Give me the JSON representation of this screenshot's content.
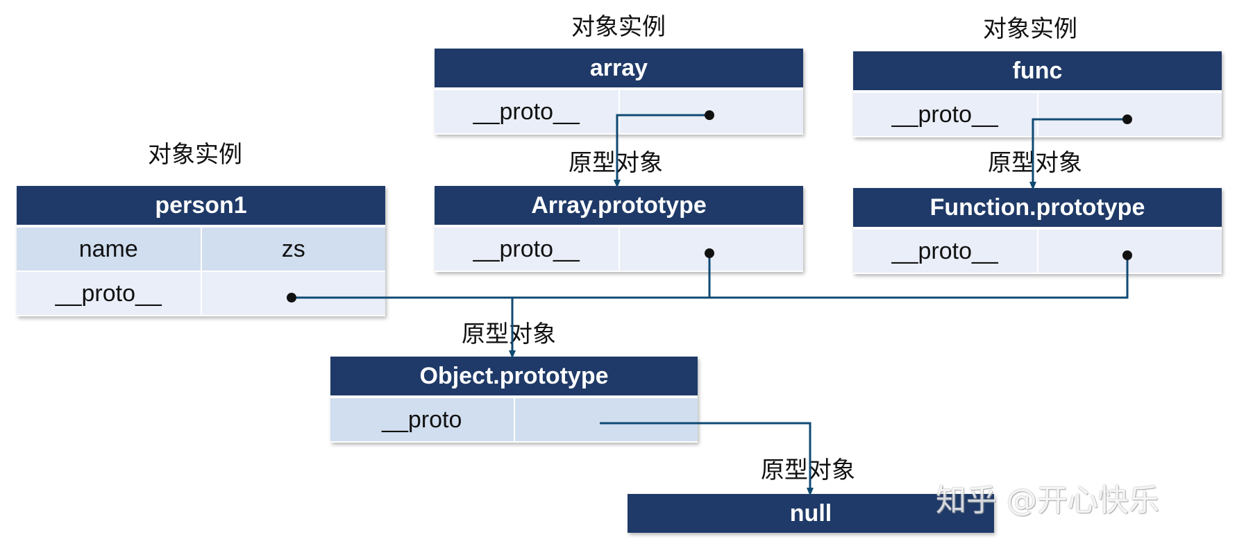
{
  "labels": {
    "instance": "对象实例",
    "prototype": "原型对象"
  },
  "array_card": {
    "title": "array",
    "row1_key": "__proto__"
  },
  "func_card": {
    "title": "func",
    "row1_key": "__proto__"
  },
  "person1_card": {
    "title": "person1",
    "row1_key": "name",
    "row1_value": "zs",
    "row2_key": "__proto__"
  },
  "array_prototype_card": {
    "title": "Array.prototype",
    "row1_key": "__proto__"
  },
  "function_prototype_card": {
    "title": "Function.prototype",
    "row1_key": "__proto__"
  },
  "object_prototype_card": {
    "title": "Object.prototype",
    "row1_key": "__proto"
  },
  "null_card": {
    "title": "null"
  },
  "watermark": {
    "text": "知乎 @开心快乐"
  },
  "colors": {
    "header": "#1f3a68",
    "row_light": "#e9eef8",
    "row_mid": "#d0deef",
    "connector": "#0f4a73"
  }
}
